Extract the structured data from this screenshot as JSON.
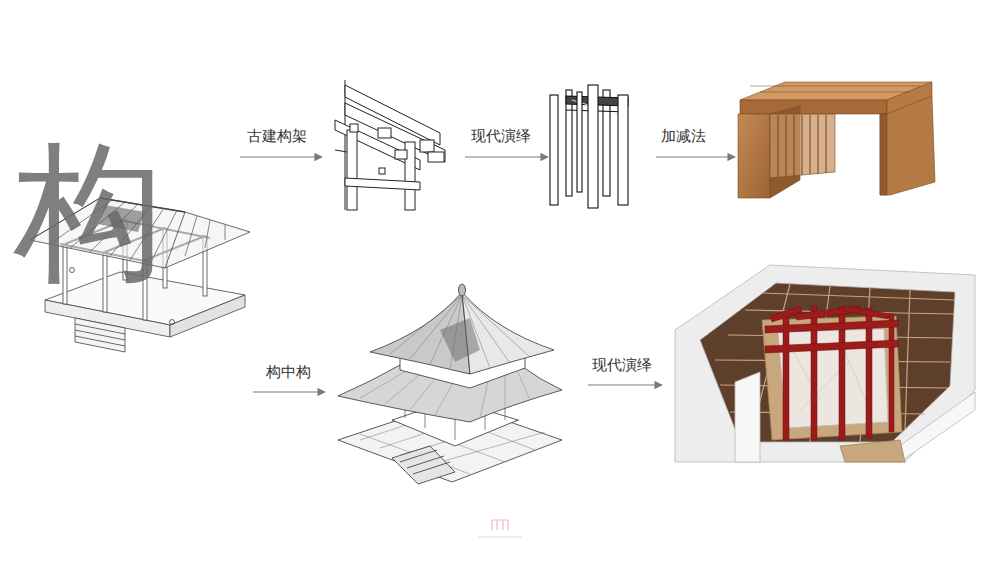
{
  "diagram": {
    "labels": [
      "构",
      "古建构架",
      "现代演绎",
      "加减法",
      "构中构",
      "现代演绎"
    ]
  }
}
